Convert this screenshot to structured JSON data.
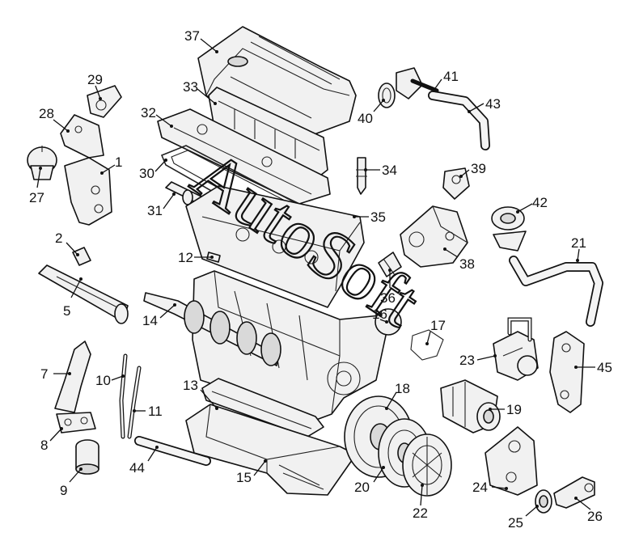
{
  "watermark": "AutoSoft",
  "callouts": [
    "1",
    "2",
    "5",
    "7",
    "8",
    "9",
    "10",
    "11",
    "12",
    "13",
    "14",
    "15",
    "16",
    "17",
    "18",
    "19",
    "20",
    "21",
    "22",
    "23",
    "24",
    "25",
    "26",
    "27",
    "28",
    "29",
    "30",
    "31",
    "32",
    "33",
    "34",
    "35",
    "36",
    "37",
    "38",
    "39",
    "40",
    "41",
    "42",
    "43",
    "44",
    "45"
  ]
}
